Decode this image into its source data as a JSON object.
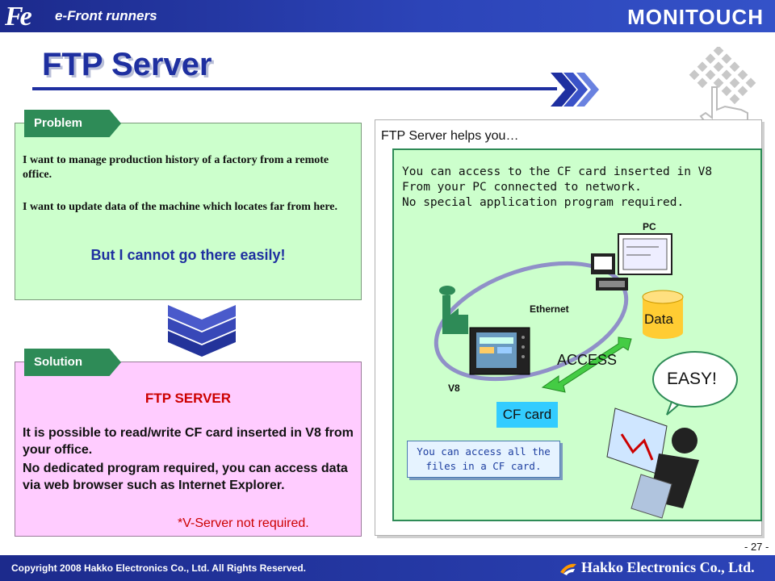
{
  "header": {
    "brand_logo": "Fe",
    "brand_tagline": "e-Front runners",
    "product": "MONITOUCH"
  },
  "title": "FTP Server",
  "problem": {
    "tab": "Problem",
    "line1": "I want to manage production history of a factory from a remote office.",
    "line2": "I want to update data of the machine which locates far from here.",
    "highlight": "But I cannot go there easily!"
  },
  "solution": {
    "tab": "Solution",
    "heading": "FTP SERVER",
    "body1": "It is possible to read/write CF card inserted  in V8 from your office.",
    "body2": "No dedicated program required, you can access data via web browser such as Internet Explorer.",
    "note": "*V-Server not required."
  },
  "right_panel": {
    "header": "FTP Server helps you…",
    "desc_line1": "You can access to the CF card inserted in V8",
    "desc_line2": "From your PC connected to network.",
    "desc_line3": "No special application program required.",
    "pc_label": "PC",
    "ethernet_label": "Ethernet",
    "data_label": "Data",
    "access_label": "ACCESS",
    "easy_label": "EASY!",
    "v8_label": "V8",
    "cfcard_label": "CF card",
    "callout": "You can access all the files in a CF card."
  },
  "footer": {
    "page_number": "- 27 -",
    "copyright": "Copyright 2008 Hakko Electronics Co., Ltd. All Rights Reserved.",
    "company": "Hakko Electronics Co., Ltd."
  },
  "colors": {
    "header_blue": "#1e2fa0",
    "green": "#2e8b57",
    "red": "#cc0000",
    "cfcard_cyan": "#33ccff",
    "data_yellow": "#ffcc33"
  }
}
